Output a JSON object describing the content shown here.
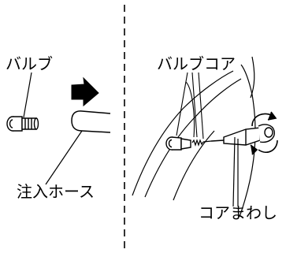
{
  "labels": {
    "valve": "バルブ",
    "injection_hose": "注入ホース",
    "valve_core": "バルブコア",
    "core_removal_tool": "コアまわし"
  },
  "colors": {
    "line": "#000000",
    "background": "#ffffff"
  }
}
